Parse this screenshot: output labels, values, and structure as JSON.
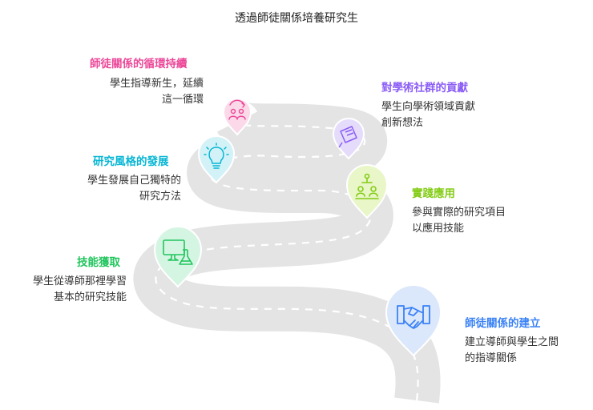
{
  "title": "透過師徒關係培養研究生",
  "steps": [
    {
      "title": "師徒關係的建立",
      "desc_line1": "建立導師與學生之間",
      "desc_line2": "的指導關係",
      "color": "#3b82f6",
      "pin_fill": "#dbe7fb",
      "icon": "handshake-icon"
    },
    {
      "title": "技能獲取",
      "desc_line1": "學生從導師那裡學習",
      "desc_line2": "基本的研究技能",
      "color": "#22c55e",
      "pin_fill": "#d5f5e3",
      "icon": "computer-lab-flask-icon"
    },
    {
      "title": "實踐應用",
      "desc_line1": "參與實際的研究項目",
      "desc_line2": "以應用技能",
      "color": "#84cc16",
      "pin_fill": "#e8f6c8",
      "icon": "team-project-icon"
    },
    {
      "title": "研究風格的發展",
      "desc_line1": "學生發展自己獨特的",
      "desc_line2": "研究方法",
      "color": "#06b6d4",
      "pin_fill": "#d2f2f8",
      "icon": "lightbulb-icon"
    },
    {
      "title": "對學術社群的貢獻",
      "desc_line1": "學生向學術領域貢獻",
      "desc_line2": "創新想法",
      "color": "#8b5cf6",
      "pin_fill": "#e5dcfb",
      "icon": "document-contribution-icon"
    },
    {
      "title": "師徒關係的循環持續",
      "desc_line1": "學生指導新生，延續",
      "desc_line2": "這一循環",
      "color": "#ec4899",
      "pin_fill": "#fbd9e9",
      "icon": "mentoring-cycle-icon"
    }
  ]
}
